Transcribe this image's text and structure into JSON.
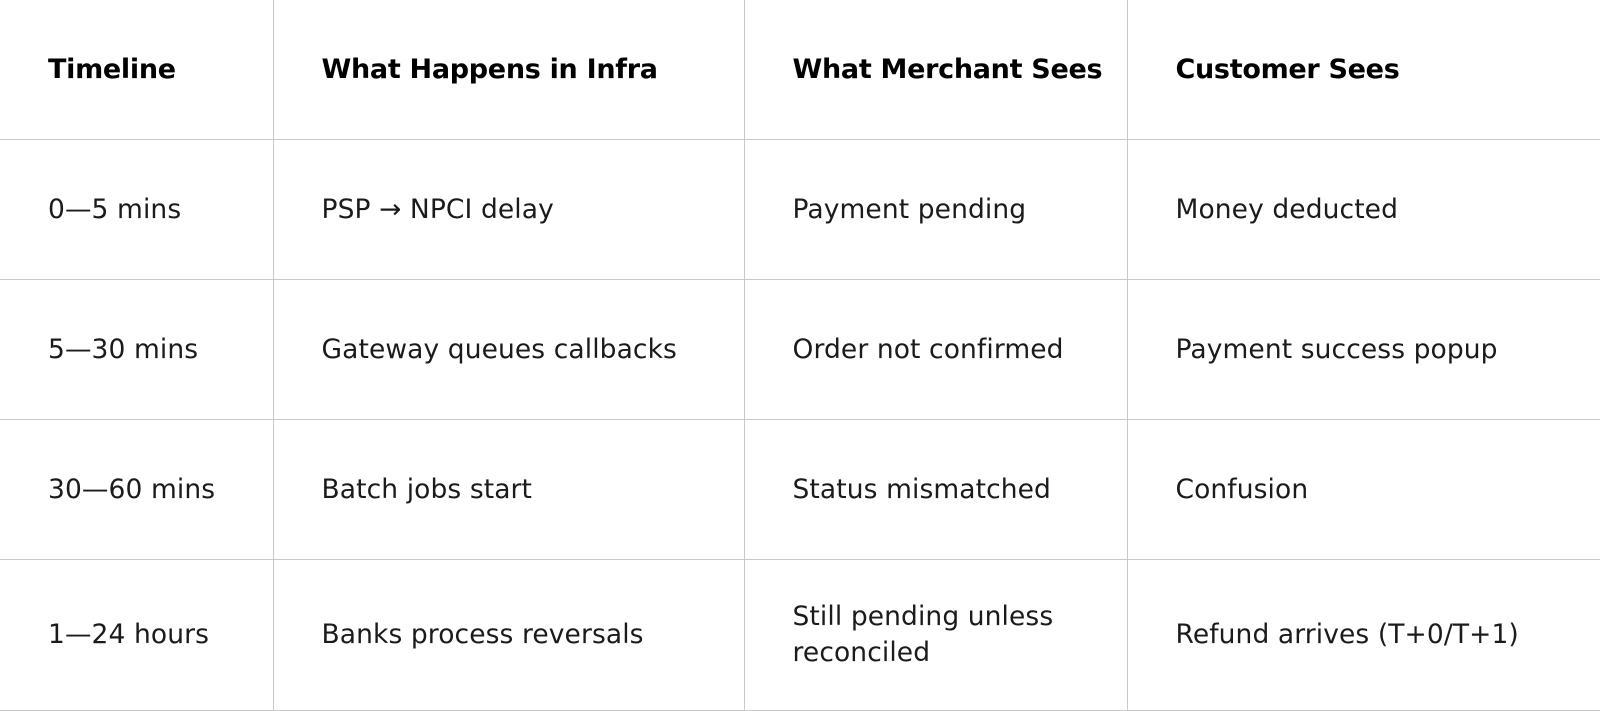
{
  "table": {
    "name": "upi-payment-delay-timeline-table",
    "columns": [
      {
        "key": "timeline",
        "label": "Timeline"
      },
      {
        "key": "infra",
        "label": "What Happens in Infra"
      },
      {
        "key": "merchant",
        "label": "What Merchant Sees"
      },
      {
        "key": "customer",
        "label": "Customer Sees"
      }
    ],
    "rows": [
      {
        "timeline": "0—5 mins",
        "infra": "PSP → NPCI delay",
        "merchant": "Payment pending",
        "customer": "Money deducted"
      },
      {
        "timeline": "5—30 mins",
        "infra": "Gateway queues callbacks",
        "merchant": "Order not confirmed",
        "customer": "Payment success popup"
      },
      {
        "timeline": "30—60 mins",
        "infra": "Batch jobs start",
        "merchant": "Status mismatched",
        "customer": "Confusion"
      },
      {
        "timeline": "1—24 hours",
        "infra": "Banks process reversals",
        "merchant": "Still pending unless reconciled",
        "customer": "Refund arrives (T+0/T+1)"
      }
    ]
  },
  "colors": {
    "background": "#ffffff",
    "border": "#c9c9c9",
    "header_text": "#000000",
    "body_text": "#1b1b1b"
  }
}
